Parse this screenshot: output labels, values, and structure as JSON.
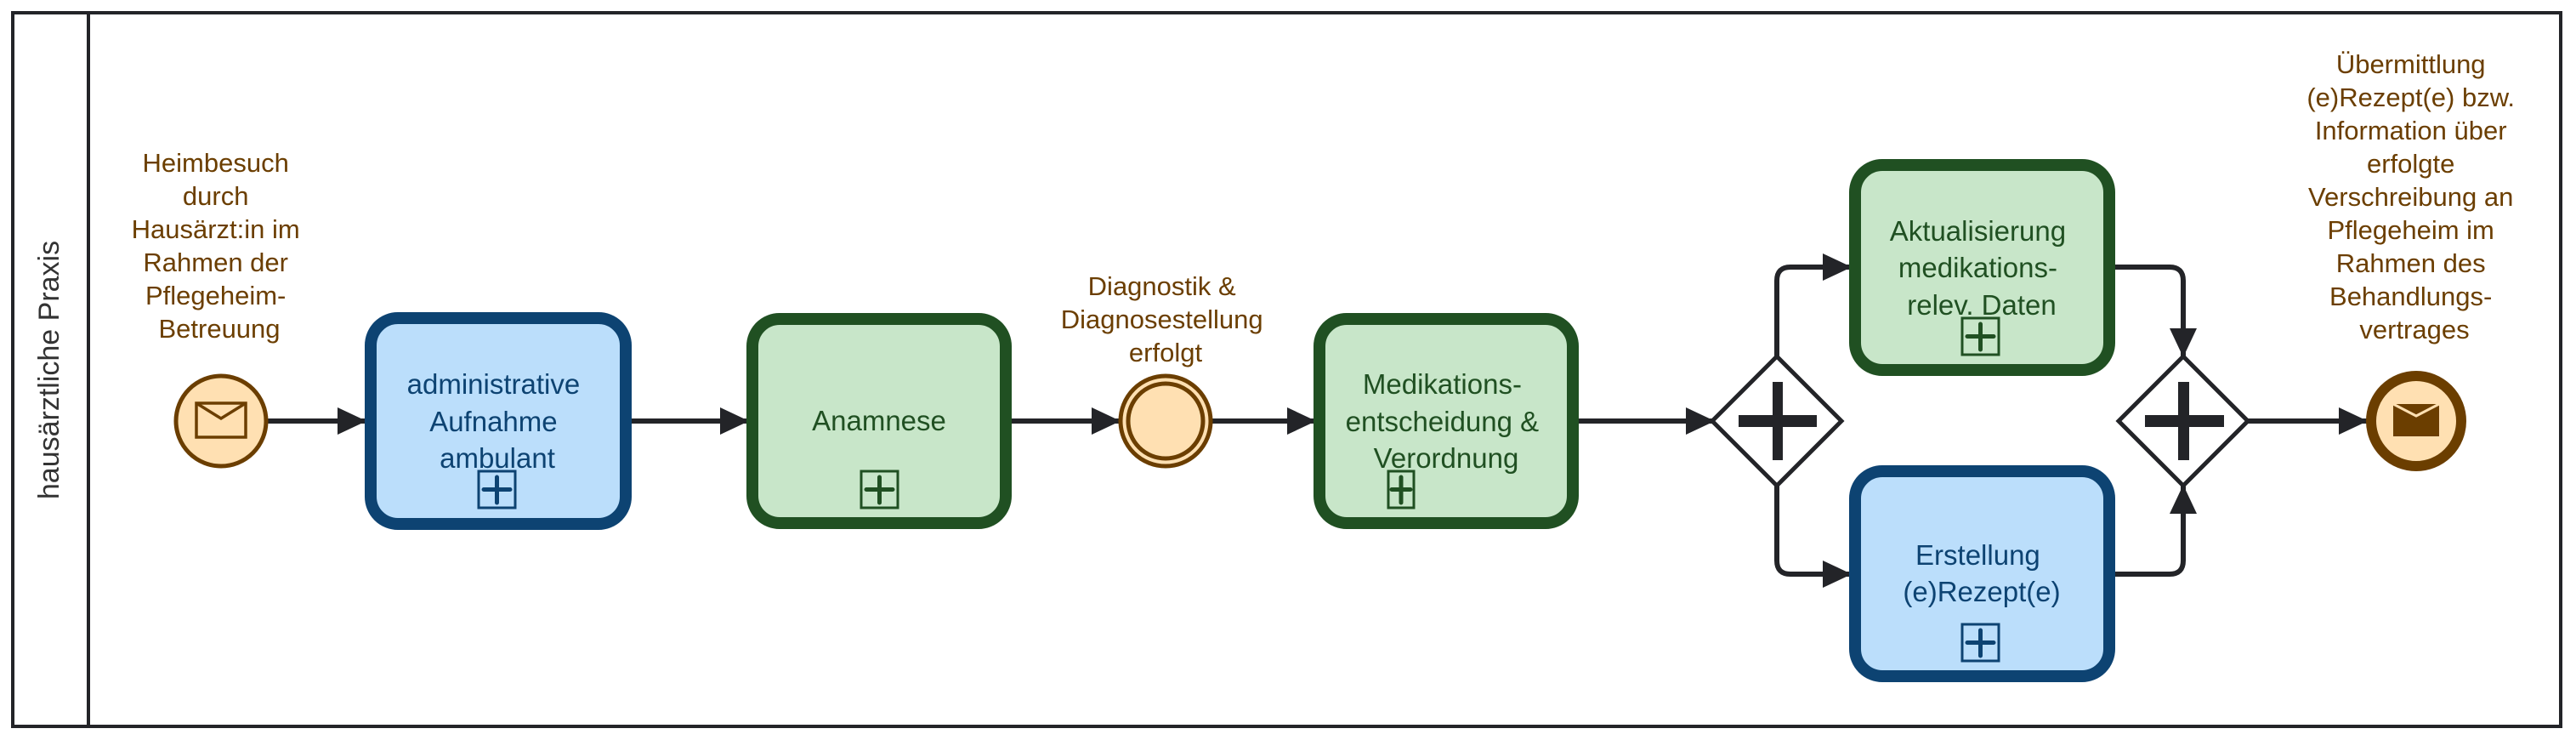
{
  "diagram": {
    "type": "BPMN process",
    "pool": {
      "lane_label": "hausärztliche Praxis"
    },
    "colors": {
      "blue_task_fill": "#BBDEFB",
      "blue_task_stroke": "#0D4372",
      "green_task_fill": "#C8E6C9",
      "green_task_stroke": "#205022",
      "event_fill": "#FFE0B2",
      "event_stroke": "#6B3E00",
      "flow_stroke": "#232428",
      "gateway_stroke": "#232428"
    },
    "start_event": {
      "kind": "message start event",
      "icon": "envelope-icon",
      "label_lines": [
        "Heimbesuch",
        "durch",
        "Hausärzt:in im",
        "Rahmen der",
        "Pflegeheim-",
        "Betreuung"
      ]
    },
    "tasks": [
      {
        "id": "t1",
        "kind": "collapsed subprocess",
        "style": "blue",
        "lines": [
          "administrative",
          "Aufnahme",
          "ambulant"
        ],
        "marker": "plus-icon"
      },
      {
        "id": "t2",
        "kind": "collapsed subprocess",
        "style": "green",
        "lines": [
          "Anamnese"
        ],
        "marker": "plus-icon"
      },
      {
        "id": "t3",
        "kind": "collapsed subprocess",
        "style": "green",
        "lines": [
          "Medikations-",
          "entscheidung &",
          "Verordnung"
        ],
        "marker": "plus-icon"
      },
      {
        "id": "t4",
        "kind": "collapsed subprocess",
        "style": "green",
        "lines": [
          "Aktualisierung",
          "medikations-",
          "relev. Daten"
        ],
        "marker": "plus-icon"
      },
      {
        "id": "t5",
        "kind": "collapsed subprocess",
        "style": "blue",
        "lines": [
          "Erstellung",
          "(e)Rezept(e)"
        ],
        "marker": "plus-icon"
      }
    ],
    "intermediate_event": {
      "kind": "intermediate event",
      "label_lines": [
        "Diagnostik &",
        "Diagnosestellung",
        "erfolgt"
      ]
    },
    "gateways": [
      {
        "id": "g1",
        "kind": "parallel gateway (split)",
        "icon": "plus-icon"
      },
      {
        "id": "g2",
        "kind": "parallel gateway (join)",
        "icon": "plus-icon"
      }
    ],
    "end_event": {
      "kind": "message end event",
      "icon": "envelope-filled-icon",
      "label_lines": [
        "Übermittlung",
        "(e)Rezept(e) bzw.",
        "Information über",
        "erfolgte",
        "Verschreibung an",
        "Pflegeheim im",
        "Rahmen des",
        "Behandlungs-",
        "vertrages"
      ]
    }
  }
}
